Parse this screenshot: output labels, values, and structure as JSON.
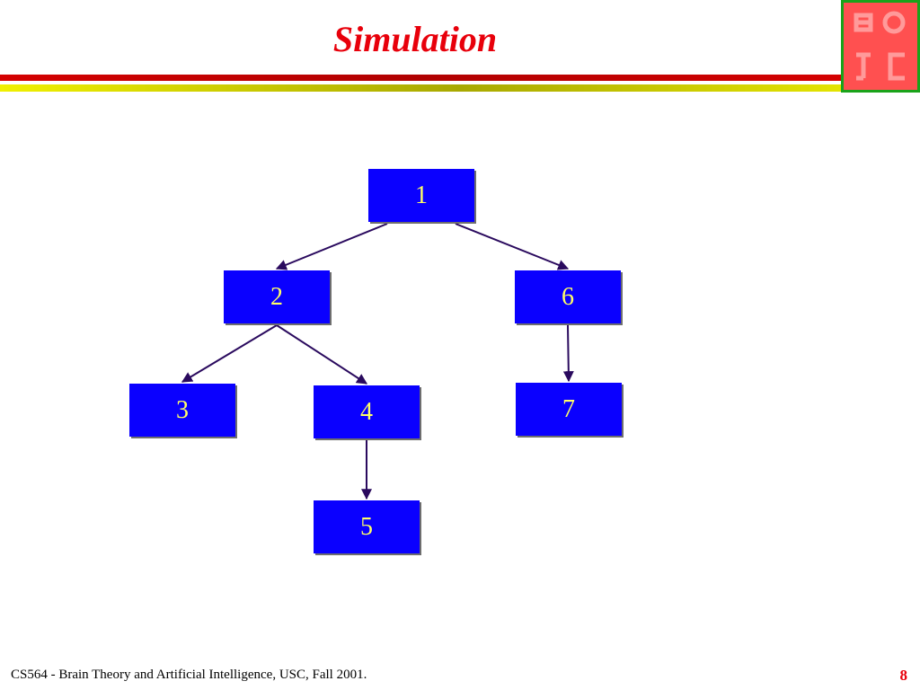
{
  "slide": {
    "title": "Simulation",
    "footer": "CS564 - Brain Theory and Artificial Intelligence,  USC, Fall 2001.",
    "page_number": "8"
  },
  "colors": {
    "title": "#e8000b",
    "node_fill": "#0a00ff",
    "node_text": "#ffff66",
    "edge": "#2a0a5e",
    "bar_red": "#c80000",
    "bar_yellow": "#e8e800",
    "logo_border": "#1aa31a",
    "logo_fill": "#ff5050"
  },
  "diagram": {
    "nodes": [
      {
        "id": "n1",
        "label": "1"
      },
      {
        "id": "n2",
        "label": "2"
      },
      {
        "id": "n6",
        "label": "6"
      },
      {
        "id": "n3",
        "label": "3"
      },
      {
        "id": "n4",
        "label": "4"
      },
      {
        "id": "n7",
        "label": "7"
      },
      {
        "id": "n5",
        "label": "5"
      }
    ],
    "edges": [
      {
        "from": "1",
        "to": "2"
      },
      {
        "from": "1",
        "to": "6"
      },
      {
        "from": "2",
        "to": "3"
      },
      {
        "from": "2",
        "to": "4"
      },
      {
        "from": "6",
        "to": "7"
      },
      {
        "from": "4",
        "to": "5"
      }
    ]
  }
}
